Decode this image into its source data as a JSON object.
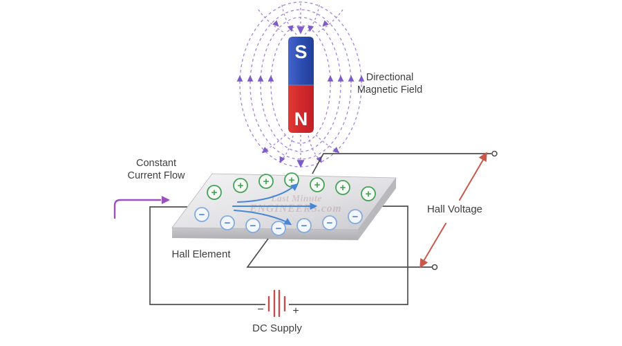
{
  "labels": {
    "directional_magnetic_field": "Directional\nMagnetic Field",
    "constant_current_flow": "Constant\nCurrent Flow",
    "hall_element": "Hall Element",
    "hall_voltage": "Hall Voltage",
    "dc_supply": "DC Supply",
    "battery_minus": "−",
    "battery_plus": "+"
  },
  "magnet": {
    "south": "S",
    "north": "N"
  },
  "charges": {
    "plus_symbol": "+",
    "minus_symbol": "−",
    "plus_count": 7,
    "minus_count": 7
  },
  "watermark": {
    "line1": "Last Minute",
    "line2": "ENGINEERS.com"
  },
  "colors": {
    "magnet_blue": "#2c4db1",
    "magnet_red": "#d2282d",
    "field_purple": "#a383d8",
    "field_arrow_purple": "#7e5bc8",
    "charge_green": "#44a258",
    "charge_blue_ring": "#85abde",
    "charge_blue_glyph": "#4f86d0",
    "flow_blue": "#4a86d8",
    "wire_gray": "#4d4d4d",
    "hall_red": "#c9584b",
    "battery_red": "#c0504d",
    "current_purple": "#9b4fc0",
    "text_gray": "#3e3e3e"
  }
}
